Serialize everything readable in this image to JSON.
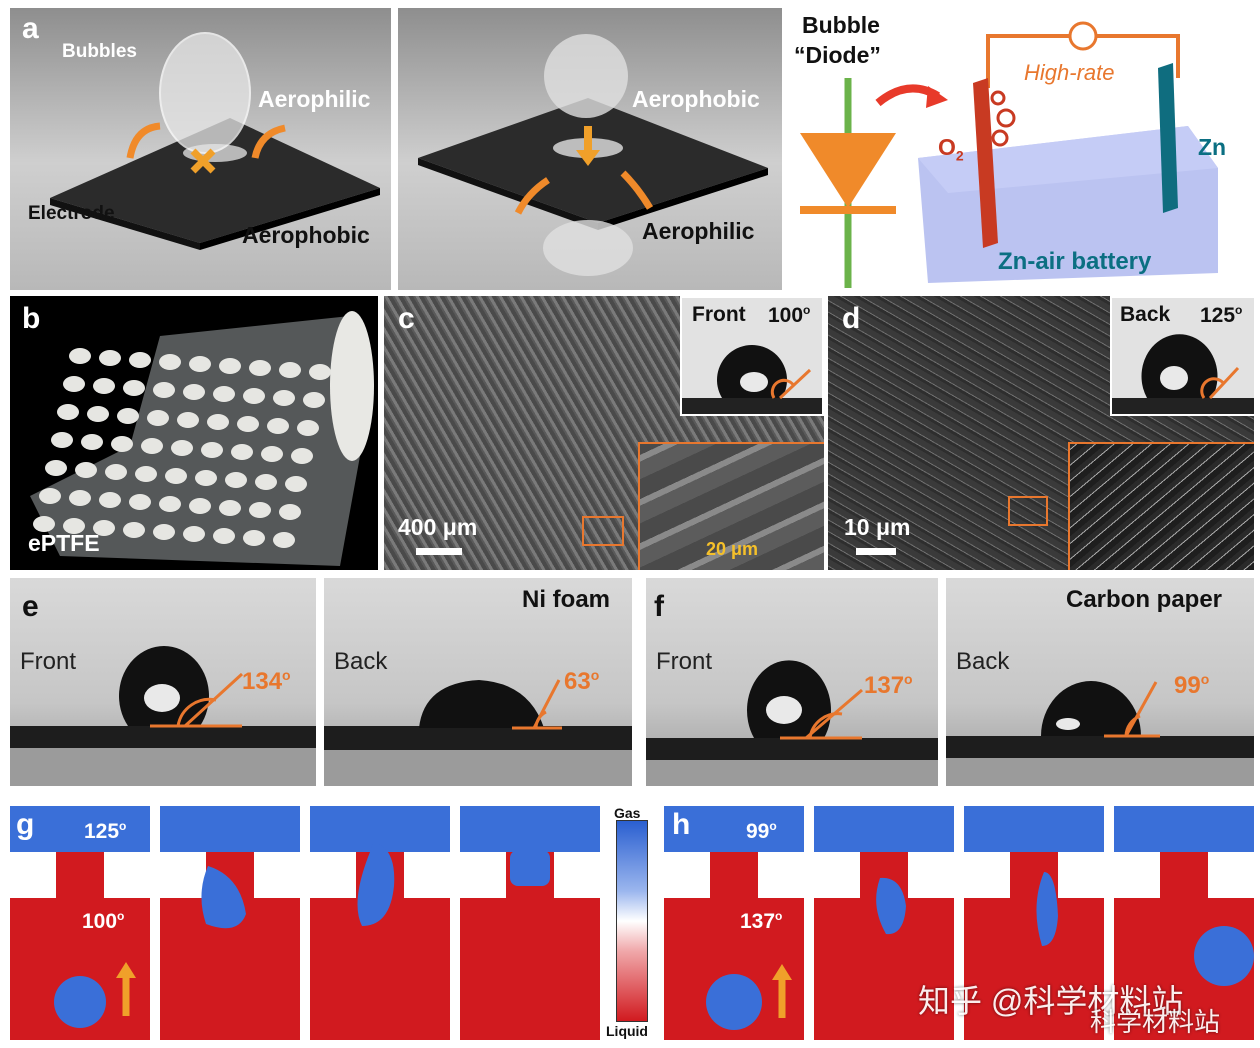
{
  "panels": {
    "a": {
      "letter": "a",
      "bubbles": "Bubbles",
      "aerophilic": "Aerophilic",
      "electrode": "Electrode",
      "aerophobic": "Aerophobic",
      "aerophobic2": "Aerophobic",
      "aerophilic2": "Aerophilic",
      "bubble": "Bubble",
      "diode": "“Diode”",
      "high_rate": "High-rate",
      "o2": "O",
      "o2_sub": "2",
      "zn": "Zn",
      "battery": "Zn-air battery"
    },
    "b": {
      "letter": "b",
      "material": "ePTFE"
    },
    "c": {
      "letter": "c",
      "side": "Front",
      "angle": "100",
      "scale": "400 μm",
      "inset_scale": "20 μm"
    },
    "d": {
      "letter": "d",
      "side": "Back",
      "angle": "125",
      "scale": "10 μm"
    },
    "e": {
      "letter": "e",
      "front": "Front",
      "front_angle": "134",
      "back": "Back",
      "back_angle": "63",
      "substrate": "Ni foam"
    },
    "f": {
      "letter": "f",
      "front": "Front",
      "front_angle": "137",
      "back": "Back",
      "back_angle": "99",
      "substrate": "Carbon paper"
    },
    "g": {
      "letter": "g",
      "top_angle": "125",
      "bottom_angle": "100"
    },
    "h": {
      "letter": "h",
      "top_angle": "99",
      "bottom_angle": "137"
    },
    "colorbar": {
      "gas": "Gas",
      "liquid": "Liquid"
    }
  },
  "degree_symbol": "o",
  "watermark": {
    "line1": "知乎 @科学材料站",
    "line2": "科学材料站"
  },
  "colors": {
    "orange": "#e8772e",
    "sim_blue": "#3a6fd8",
    "sim_red": "#d11a1f",
    "teal": "#0b6f82",
    "diode_orange": "#f08a2a",
    "wire_green": "#6bb34a"
  }
}
